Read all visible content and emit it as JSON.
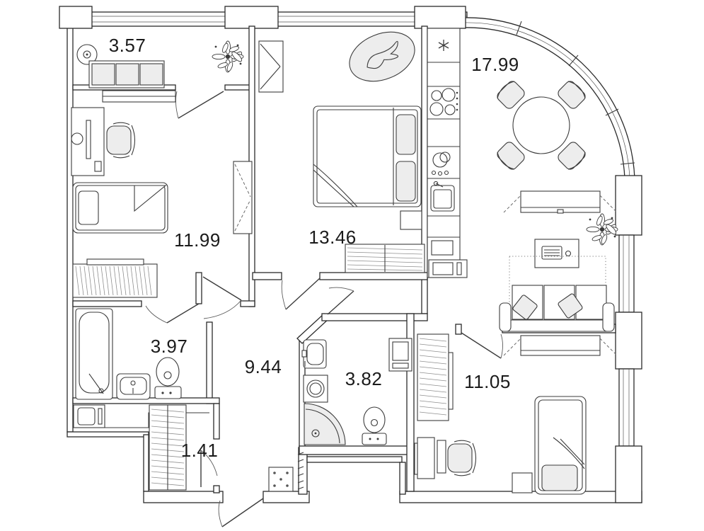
{
  "rooms": [
    {
      "id": "balcony",
      "area": "3.57",
      "fixtures": [
        "round-table",
        "bench-sofa",
        "plant"
      ]
    },
    {
      "id": "bedroom-left",
      "area": "11.99",
      "fixtures": [
        "desk",
        "office-chair",
        "single-bed",
        "wardrobe",
        "cabinet",
        "radiator"
      ]
    },
    {
      "id": "bedroom-top",
      "area": "13.46",
      "fixtures": [
        "double-bed",
        "rug-with-cat",
        "wardrobe",
        "low-wardrobe",
        "nightstand"
      ]
    },
    {
      "id": "kitchen-living-room",
      "area": "17.99",
      "fixtures": [
        "fridge",
        "cooktop",
        "dishwasher",
        "kitchen-sink",
        "base-cabinets",
        "dining-table",
        "four-chairs",
        "tv-stand",
        "coffee-table-laptop",
        "sofa",
        "rug",
        "plant"
      ]
    },
    {
      "id": "bathroom",
      "area": "3.97",
      "fixtures": [
        "bathtub",
        "sink",
        "toilet",
        "washing-machine",
        "counter"
      ]
    },
    {
      "id": "hallway",
      "area": "9.44",
      "fixtures": [
        "doormat"
      ]
    },
    {
      "id": "shower-room",
      "area": "3.82",
      "fixtures": [
        "sink",
        "washing-machine",
        "corner-shower",
        "toilet",
        "water-heater"
      ]
    },
    {
      "id": "closet",
      "area": "1.41",
      "fixtures": [
        "wardrobe"
      ]
    },
    {
      "id": "bedroom-right",
      "area": "11.05",
      "fixtures": [
        "wardrobe",
        "desk",
        "office-chair",
        "single-bed",
        "nightstand",
        "dresser"
      ]
    }
  ],
  "colors": {
    "background": "#ffffff",
    "wall_line": "#2b2b2b",
    "furniture_line": "#3c3c3c",
    "light_fill": "#ededed",
    "hatch_line": "#8f8f8f",
    "label_text": "#1b1b1b"
  }
}
